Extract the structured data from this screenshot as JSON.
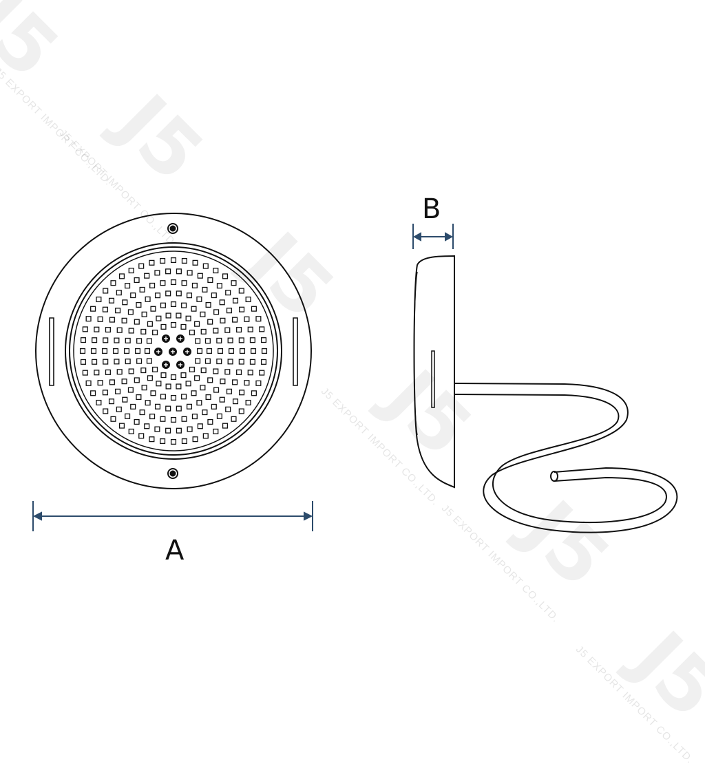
{
  "dimensions": {
    "a_label": "A",
    "b_label": "B"
  },
  "watermark": {
    "logo_text": "J5",
    "company_text": "J5 EXPORT IMPORT CO.,LTD."
  },
  "colors": {
    "outline": "#111111",
    "dimension_line": "#2c4b6b",
    "watermark": "#000000"
  }
}
